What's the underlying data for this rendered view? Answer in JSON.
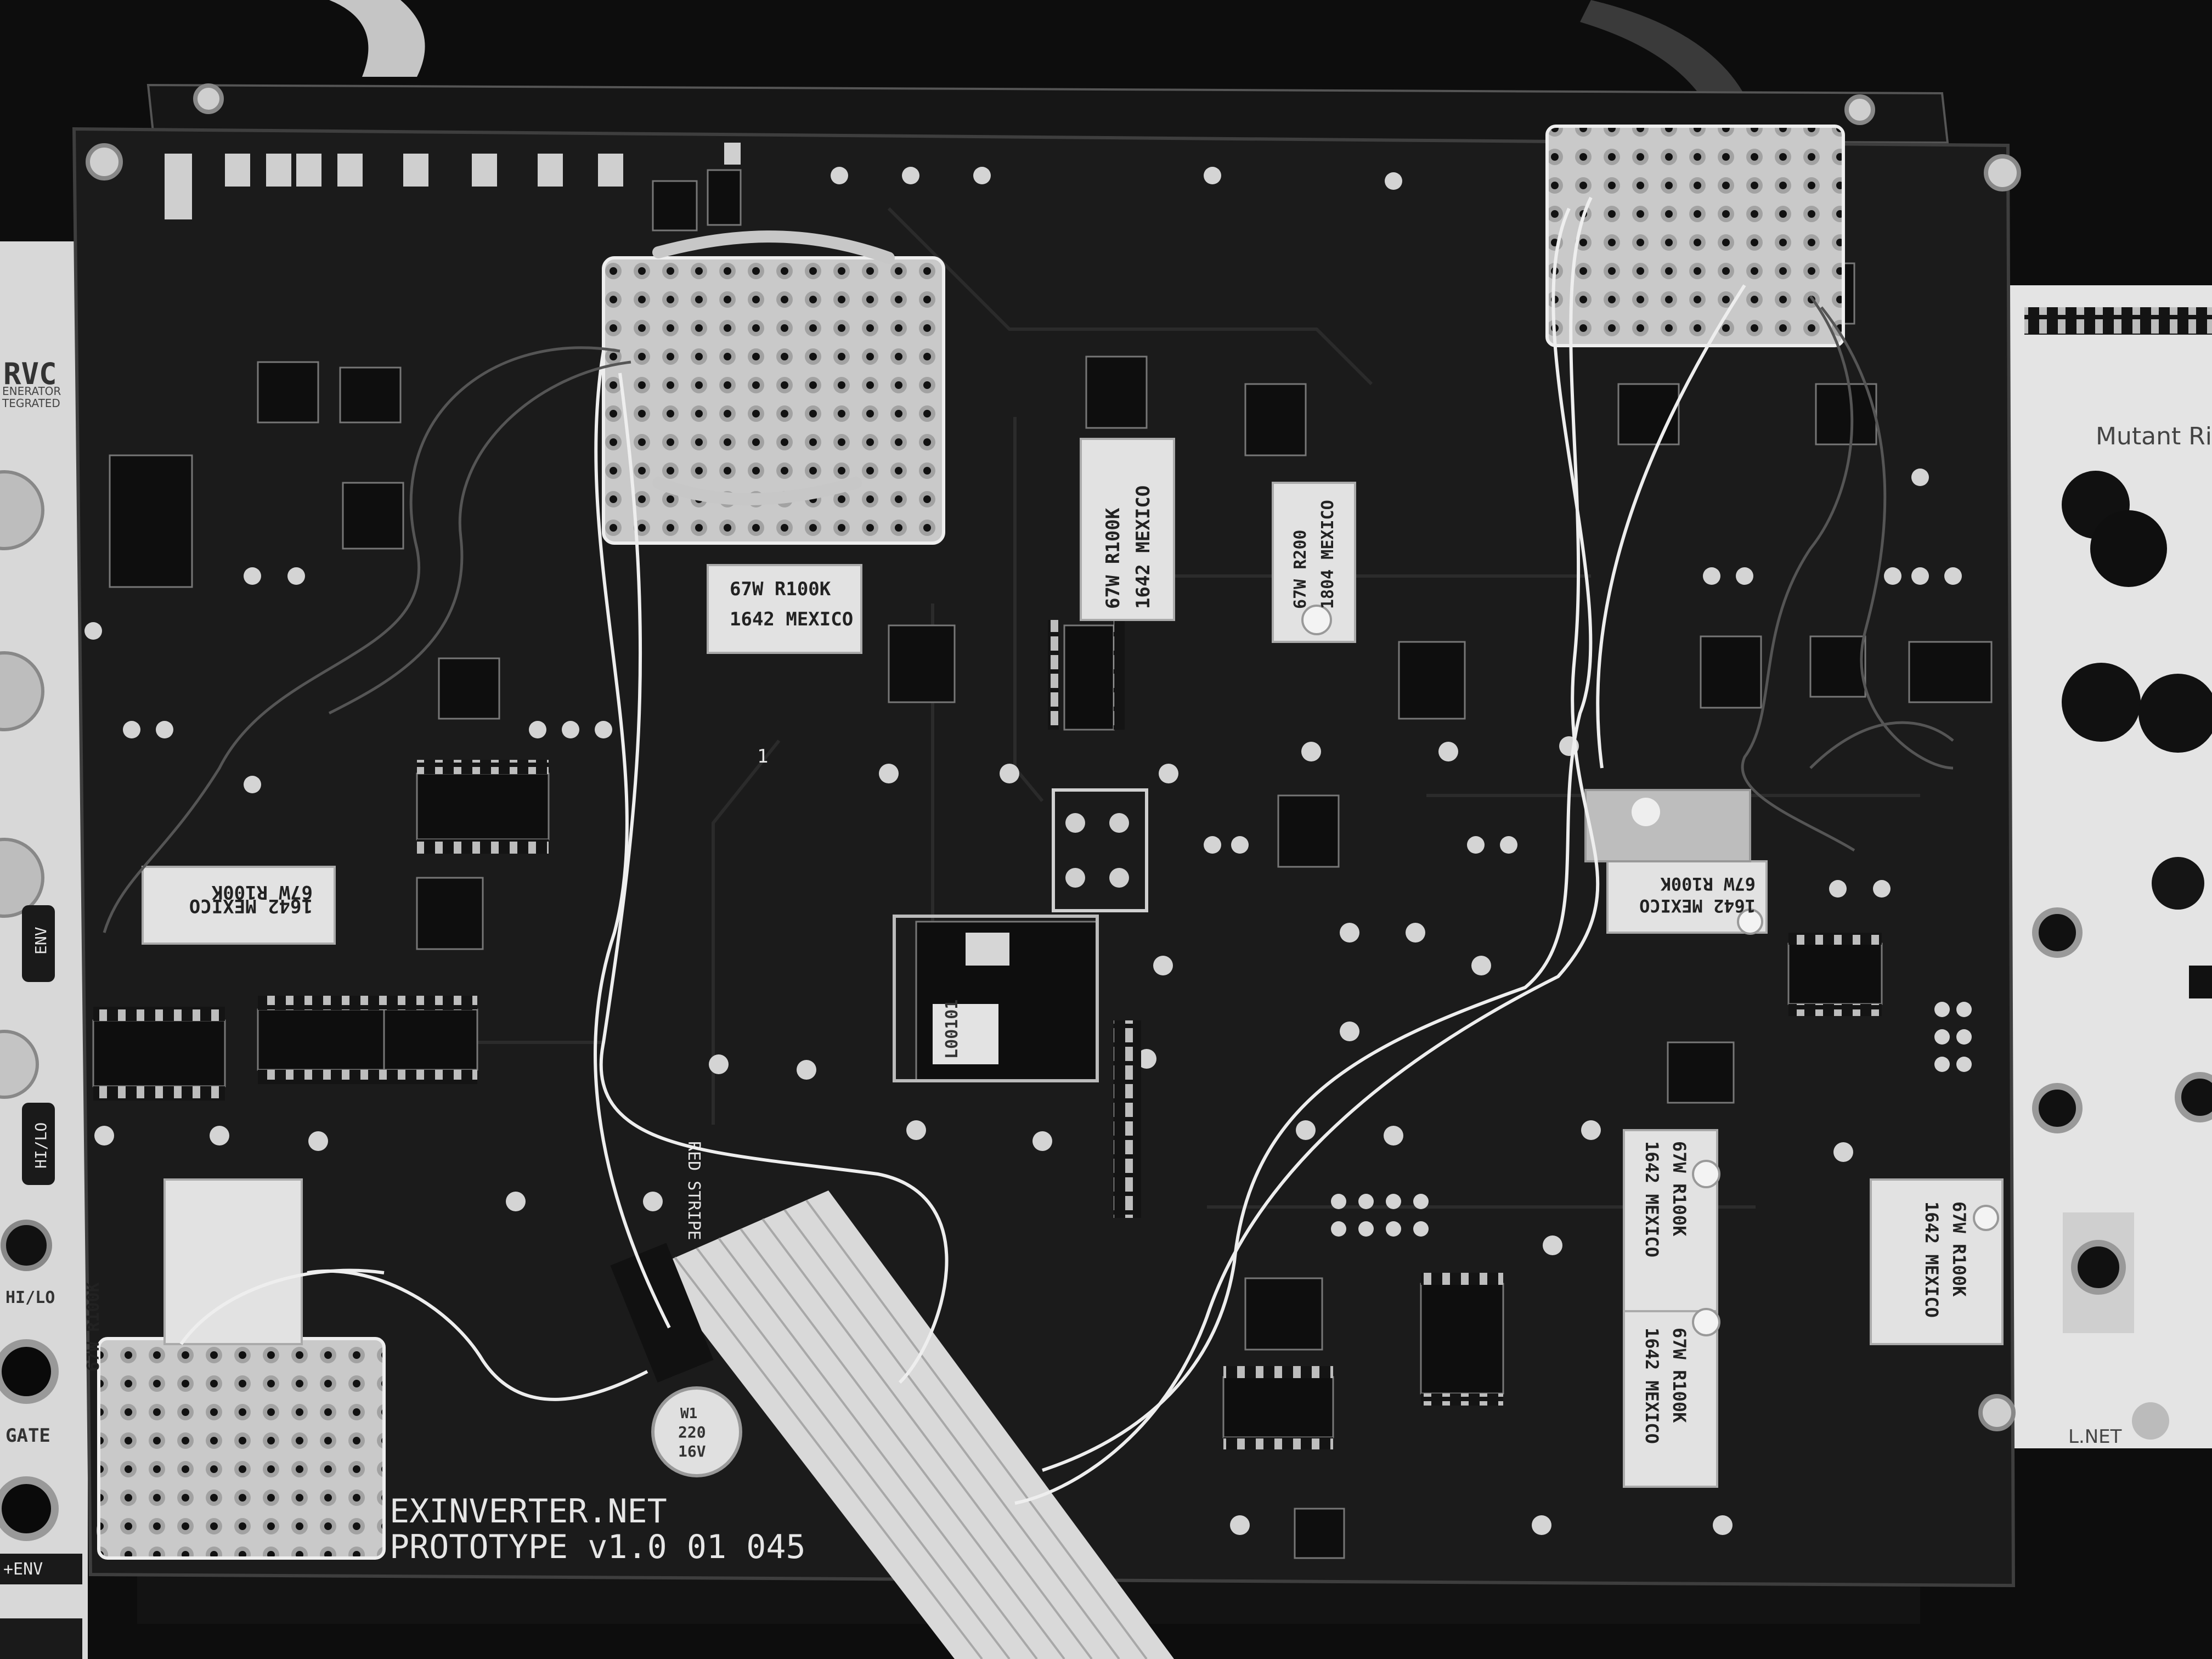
{
  "board": {
    "url_text": "EXINVERTER.NET",
    "proto_text": "PROTOTYPE v1.0 01 045",
    "stripe_text": "RED STRIPE",
    "pin_marker": "1",
    "reg_code": "L00101"
  },
  "trimmers": {
    "code_100k": "67W R100K",
    "code_200": "67W R200",
    "lot_1642": "1642 MEXICO",
    "lot_1804": "1804 MEXICO"
  },
  "capacitor": {
    "brand": "W1",
    "value": "220",
    "voltage": "16V"
  },
  "panel_left": {
    "partial_title": "RVC",
    "subtitle_1": "ENERATOR",
    "subtitle_2": "TEGRATED",
    "env_label": "ENV",
    "hilo_label_1": "HI/LO",
    "hilo_label_2": "HI/LO",
    "gate_label": "GATE",
    "env_bottom": "+ENV"
  },
  "panel_right": {
    "title": "Mutant Ri",
    "footer": "L.NET"
  },
  "ribbon": {
    "wire_count": 8
  }
}
